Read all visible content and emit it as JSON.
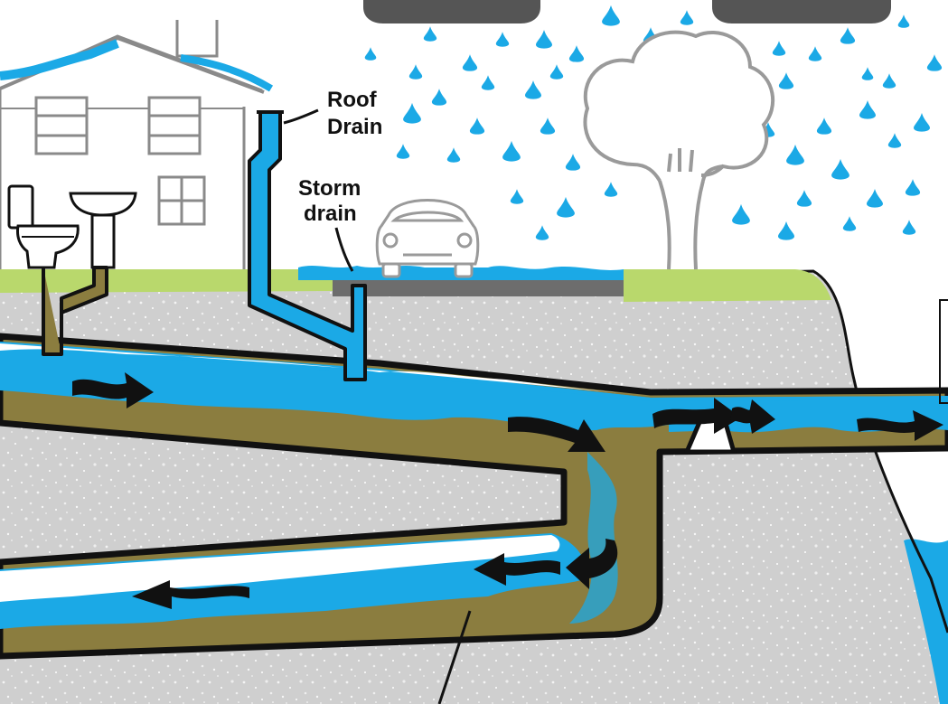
{
  "labels": {
    "roof_drain": [
      "Roof",
      "Drain"
    ],
    "storm_drain": [
      "Storm",
      "drain"
    ]
  },
  "colors": {
    "water": "#1ba9e6",
    "sewage": "#8b7d3f",
    "ground": "#cfcfcf",
    "grass": "#b9d86c",
    "pipe_outline": "#111111",
    "house_outline": "#8a8a8a",
    "cloud": "#555555"
  },
  "icons": [
    "house-icon",
    "toilet-icon",
    "sink-icon",
    "car-icon",
    "tree-icon",
    "raindrop-icon",
    "cloud-icon",
    "flow-arrow-icon"
  ]
}
